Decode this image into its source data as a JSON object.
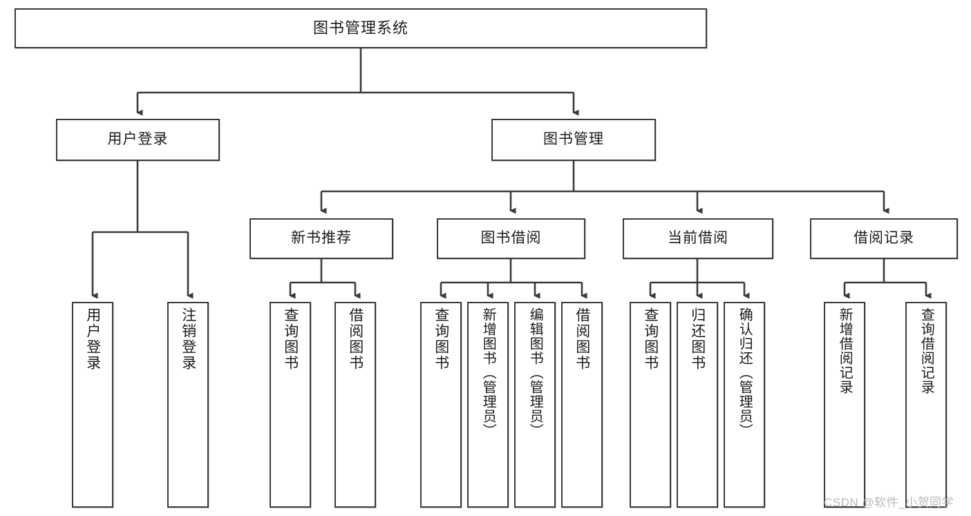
{
  "diagram": {
    "title": "图书管理系统",
    "type": "hierarchy-tree",
    "orientation": "top-down",
    "colors": {
      "box_border": "#3a3a3a",
      "box_fill": "#ffffff",
      "edge": "#3a3a3a",
      "text": "#1b1b1b",
      "watermark": "#b9b9b9"
    },
    "root": {
      "label": "图书管理系统"
    },
    "level2": [
      {
        "label": "用户登录"
      },
      {
        "label": "图书管理"
      }
    ],
    "level3": [
      {
        "label": "新书推荐"
      },
      {
        "label": "图书借阅"
      },
      {
        "label": "当前借阅"
      },
      {
        "label": "借阅记录"
      }
    ],
    "leaves": {
      "user_login": [
        {
          "label": "用户登录"
        },
        {
          "label": "注销登录"
        }
      ],
      "new_book_recommend": [
        {
          "label": "查询图书"
        },
        {
          "label": "借阅图书"
        }
      ],
      "book_borrow": [
        {
          "label": "查询图书"
        },
        {
          "label": "新增图书（管理员）"
        },
        {
          "label": "编辑图书（管理员）"
        },
        {
          "label": "借阅图书"
        }
      ],
      "current_borrow": [
        {
          "label": "查询图书"
        },
        {
          "label": "归还图书"
        },
        {
          "label": "确认归还（管理员）"
        }
      ],
      "borrow_records": [
        {
          "label": "新增借阅记录"
        },
        {
          "label": "查询借阅记录"
        }
      ]
    }
  },
  "watermark": {
    "text": "CSDN @软件_小贺同学"
  }
}
